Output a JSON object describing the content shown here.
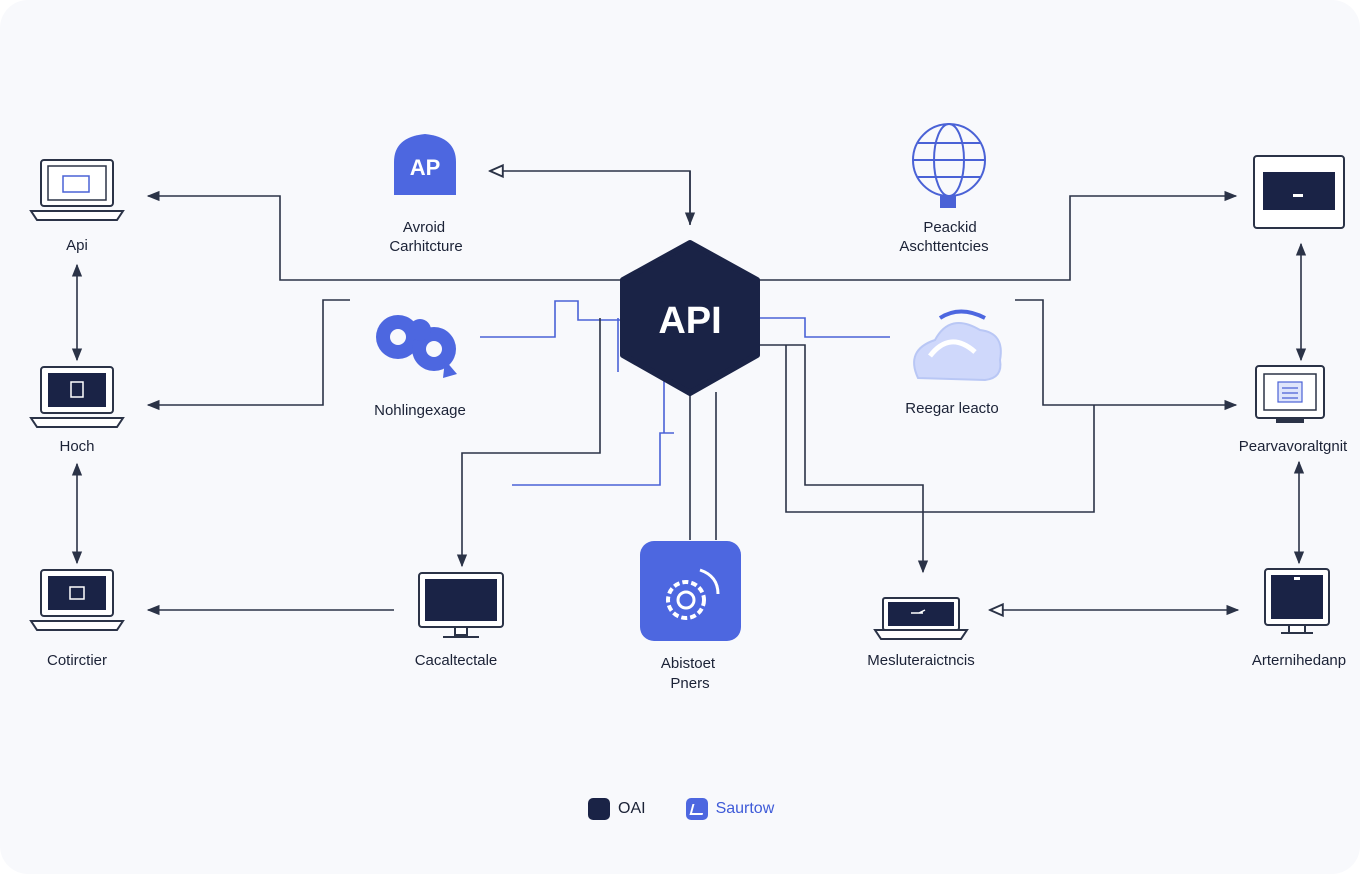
{
  "colors": {
    "dark": "#1a2346",
    "blue": "#4d67e0",
    "line_dark": "#2b3347",
    "line_blue": "#4a62d6",
    "light_blue": "#b9c7f5"
  },
  "hub": {
    "label": "API"
  },
  "top_icons": [
    {
      "icon": "ap-cloud-icon",
      "badge": "AP",
      "lines": [
        "Avroid",
        "Carhitcture"
      ]
    },
    {
      "icon": "globe-icon",
      "lines": [
        "Peackid",
        "Aschttentcies"
      ]
    }
  ],
  "mid_icons": [
    {
      "icon": "gears-icon",
      "label": "Nohlingexage"
    },
    {
      "icon": "cloud-icon",
      "label": "Reegar leacto"
    }
  ],
  "left_devices": [
    {
      "icon": "laptop-icon",
      "label": "Api"
    },
    {
      "icon": "laptop-icon",
      "label": "Hoch"
    },
    {
      "icon": "laptop-icon",
      "label": "Cotirctier"
    }
  ],
  "right_devices": [
    {
      "icon": "laptop-icon",
      "label": ""
    },
    {
      "icon": "monitor-icon",
      "label": "Pearvavoraltgnit"
    },
    {
      "icon": "monitor-icon",
      "label": "Arternihedanp"
    }
  ],
  "bottom_nodes": [
    {
      "icon": "monitor-icon",
      "label": "Cacaltectale"
    },
    {
      "icon": "gear-icon",
      "lines": [
        "Abistoet",
        "Pners"
      ]
    },
    {
      "icon": "laptop-icon",
      "label": "Mesluteraictncis"
    }
  ],
  "legend": [
    {
      "color": "dark",
      "label": "OAI"
    },
    {
      "color": "blue",
      "label": "Saurtow"
    }
  ]
}
